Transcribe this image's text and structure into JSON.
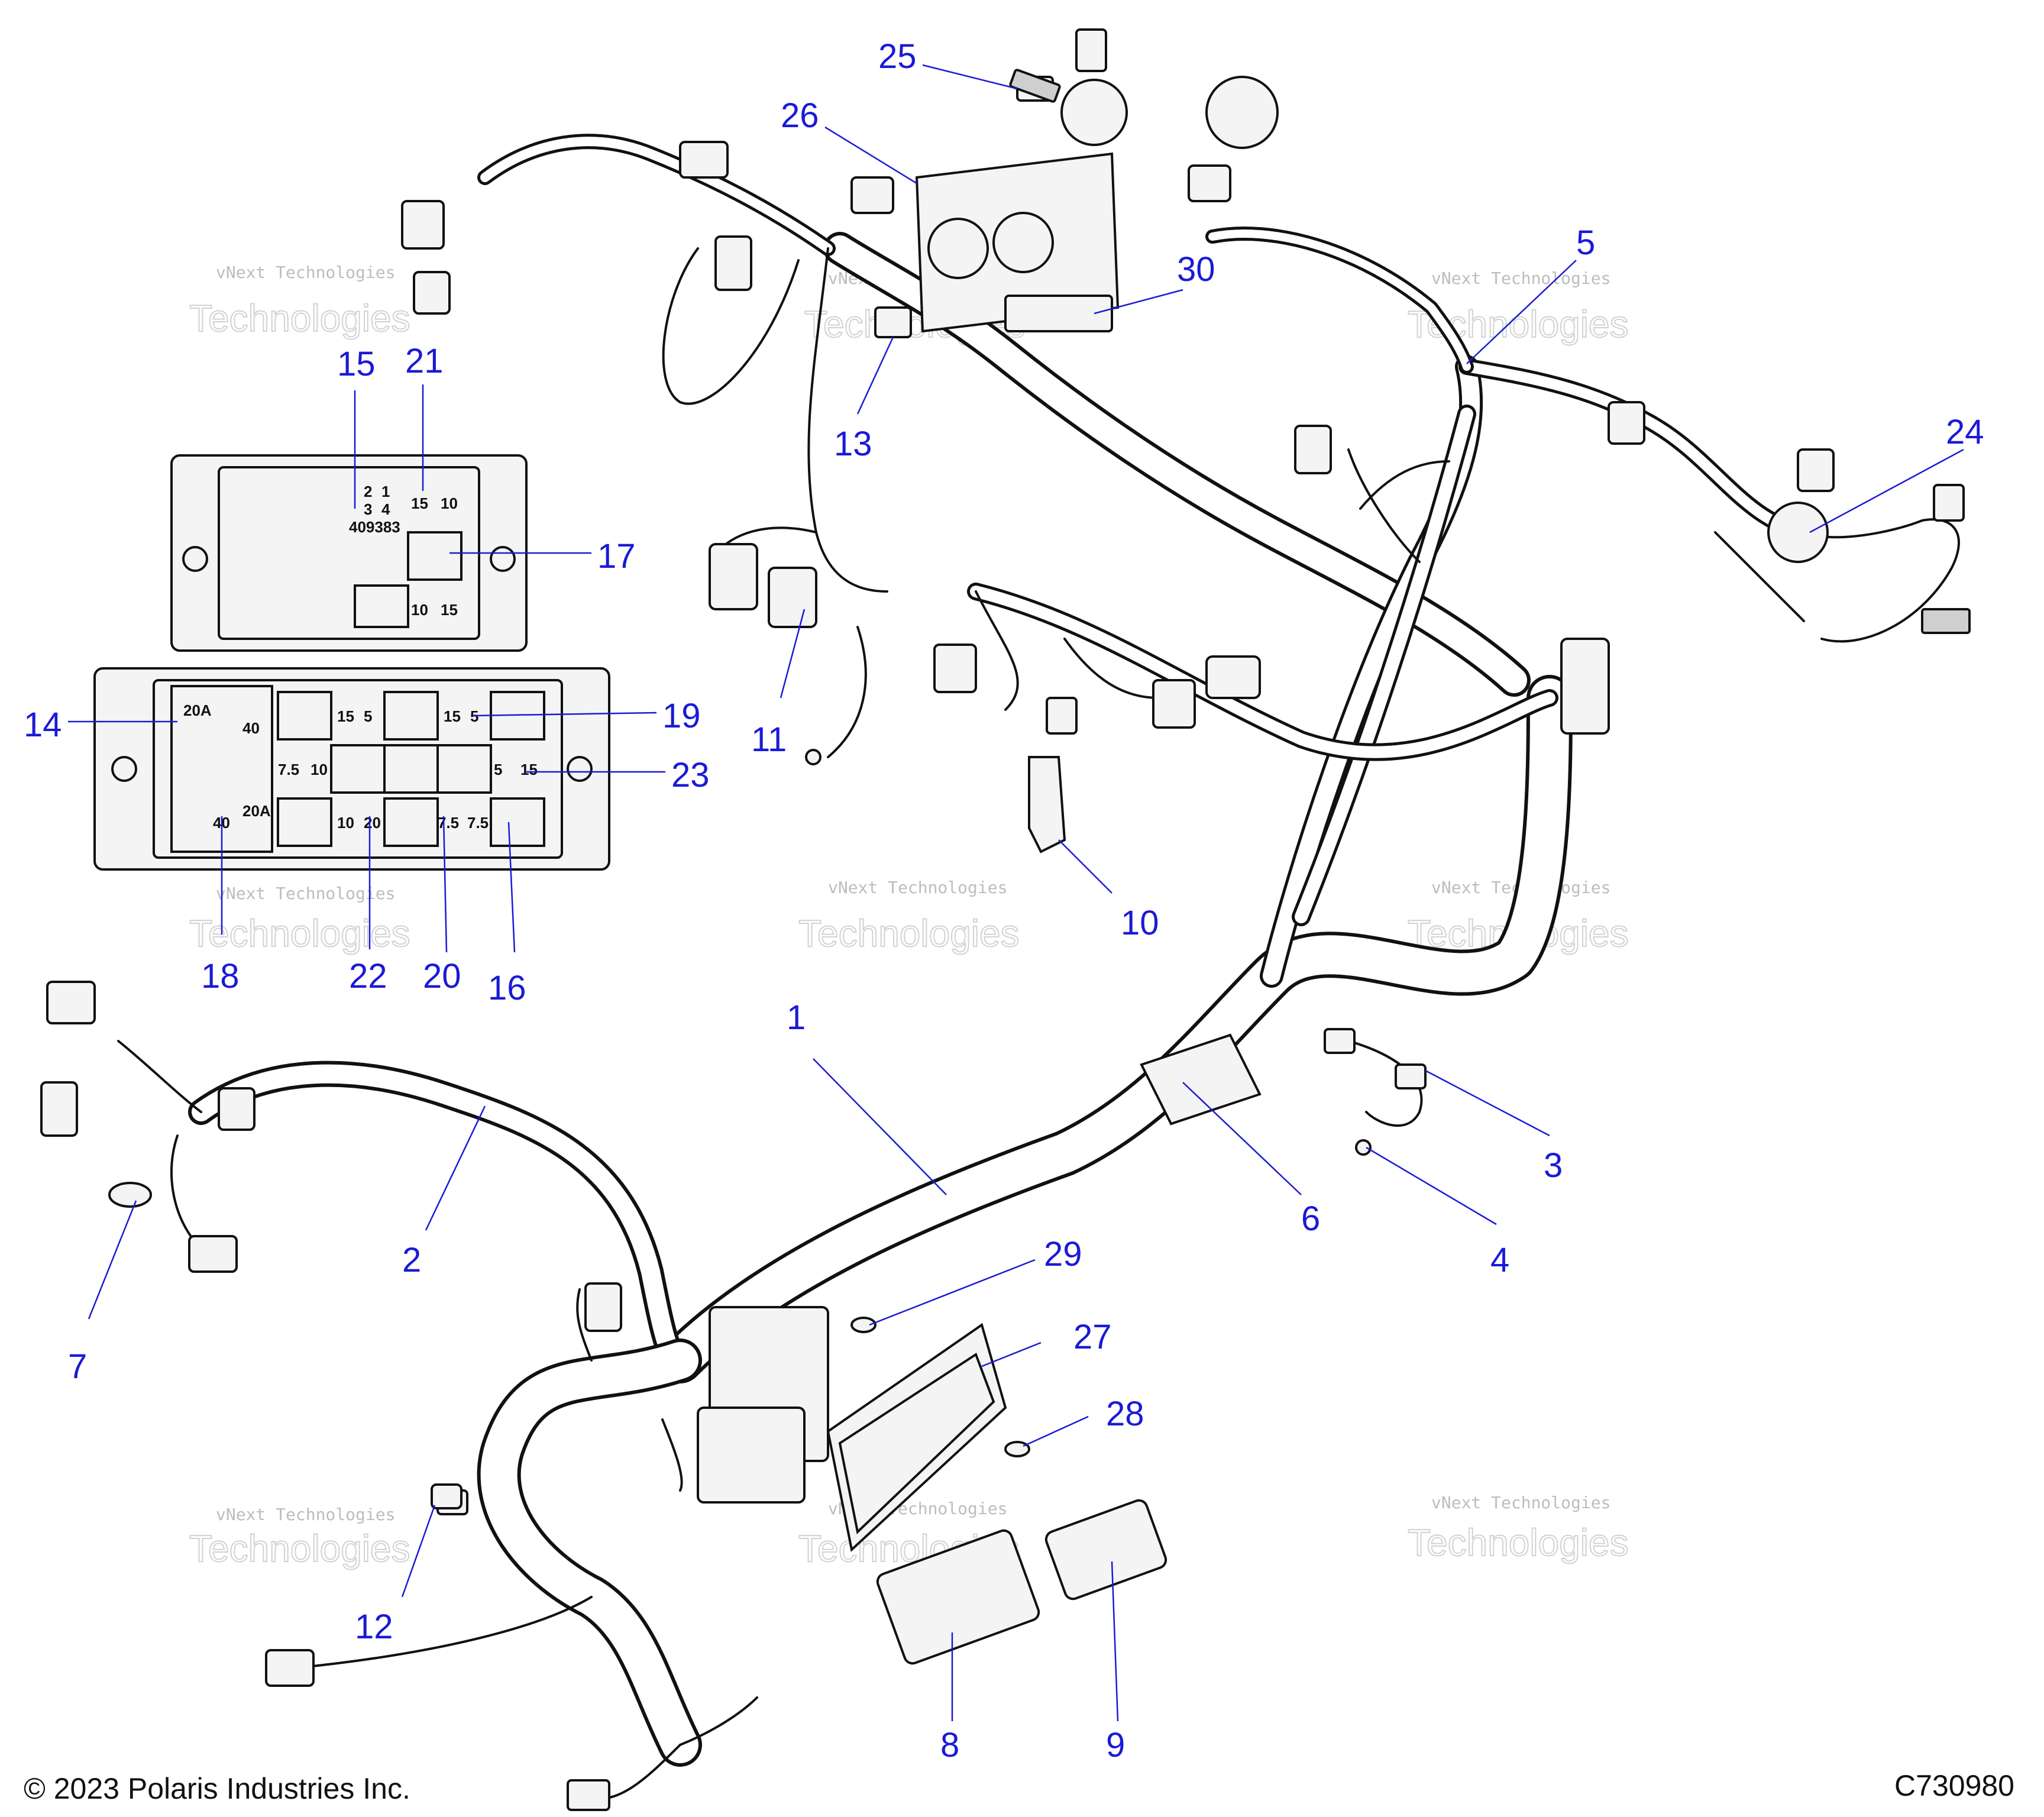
{
  "watermark": {
    "line1": "vNext Technologies",
    "line2": "Technologies"
  },
  "footer": {
    "copyright": "© 2023 Polaris Industries Inc.",
    "drawing_id": "C730980"
  },
  "callouts": [
    "1",
    "2",
    "3",
    "4",
    "5",
    "6",
    "7",
    "8",
    "9",
    "10",
    "11",
    "12",
    "13",
    "14",
    "15",
    "16",
    "17",
    "18",
    "19",
    "20",
    "21",
    "22",
    "23",
    "24",
    "25",
    "26",
    "27",
    "28",
    "29",
    "30"
  ],
  "fuse_labels": {
    "top_box": [
      "15",
      "10",
      "10",
      "15",
      "2",
      "1",
      "3",
      "4",
      "409383"
    ],
    "bottom_box": [
      "20A",
      "40",
      "15",
      "5",
      "15",
      "5",
      "7.5",
      "10",
      "5",
      "15",
      "40",
      "20A",
      "10",
      "20",
      "7.5",
      "7.5"
    ]
  },
  "colors": {
    "callout": "#1a1ad6",
    "line_art": "#111111",
    "watermark": "#bdbdbd"
  }
}
